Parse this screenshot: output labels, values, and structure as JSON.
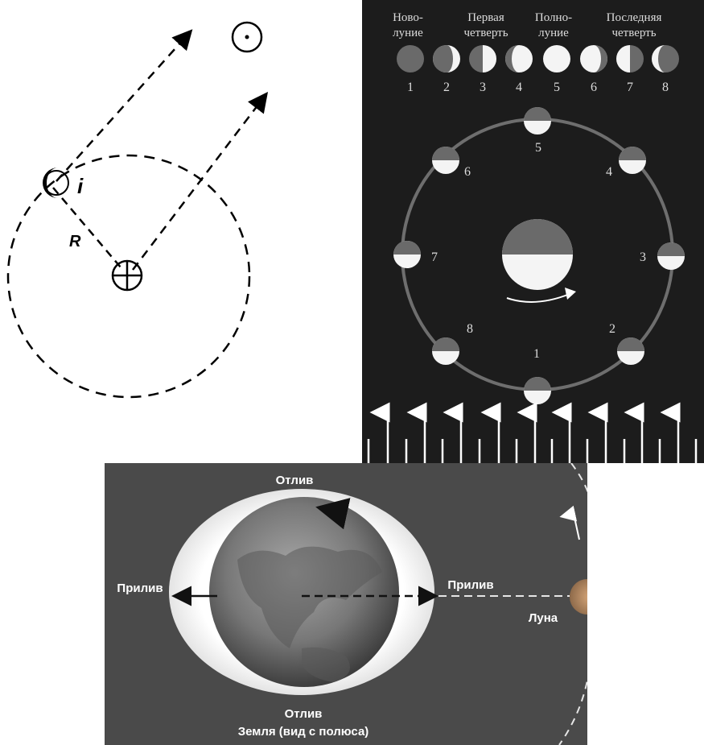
{
  "sketch": {
    "inclination_label": "i",
    "radius_label": "R"
  },
  "phases": {
    "headers": [
      {
        "line1": "Ново-",
        "line2": "луние"
      },
      {
        "line1": "Первая",
        "line2": "четверть"
      },
      {
        "line1": "Полно-",
        "line2": "луние"
      },
      {
        "line1": "Последняя",
        "line2": "четверть"
      }
    ],
    "row_numbers": [
      "1",
      "2",
      "3",
      "4",
      "5",
      "6",
      "7",
      "8"
    ],
    "orbit_numbers": [
      "1",
      "2",
      "3",
      "4",
      "5",
      "6",
      "7",
      "8"
    ]
  },
  "tides": {
    "top": "Отлив",
    "left": "Прилив",
    "right": "Прилив",
    "bottom": "Отлив",
    "caption": "Земля (вид с полюса)",
    "moon": "Луна"
  },
  "colors": {
    "phase_background": "#1c1c1c",
    "moon_dark": "#6a6a6a",
    "moon_light": "#f4f4f4",
    "tide_background": "#4a4a4a"
  }
}
